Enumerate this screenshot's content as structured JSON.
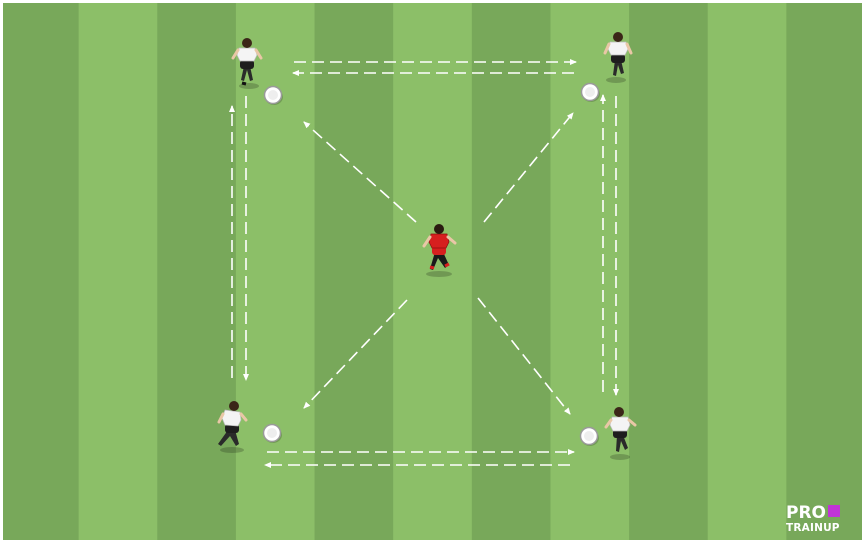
{
  "diagram": {
    "pitch_colors": {
      "light": "#8cbf68",
      "dark": "#78a85a",
      "border": "#ffffff"
    },
    "stripe_count": 11,
    "arrow_color": "#ffffff",
    "cones": [
      {
        "id": "cone-top-left"
      },
      {
        "id": "cone-top-right"
      },
      {
        "id": "cone-bottom-left"
      },
      {
        "id": "cone-bottom-right"
      }
    ],
    "players": [
      {
        "id": "attacker-top-left",
        "team": "white"
      },
      {
        "id": "attacker-top-right",
        "team": "white"
      },
      {
        "id": "attacker-bottom-left",
        "team": "white"
      },
      {
        "id": "attacker-bottom-right",
        "team": "white"
      },
      {
        "id": "defender-center",
        "team": "red"
      }
    ],
    "team_colors": {
      "white": "#f4f4f4",
      "red": "#d61f1f"
    }
  },
  "brand": {
    "line1": "PRO",
    "line2": "TRAINUP",
    "accent": "#c034d6"
  }
}
